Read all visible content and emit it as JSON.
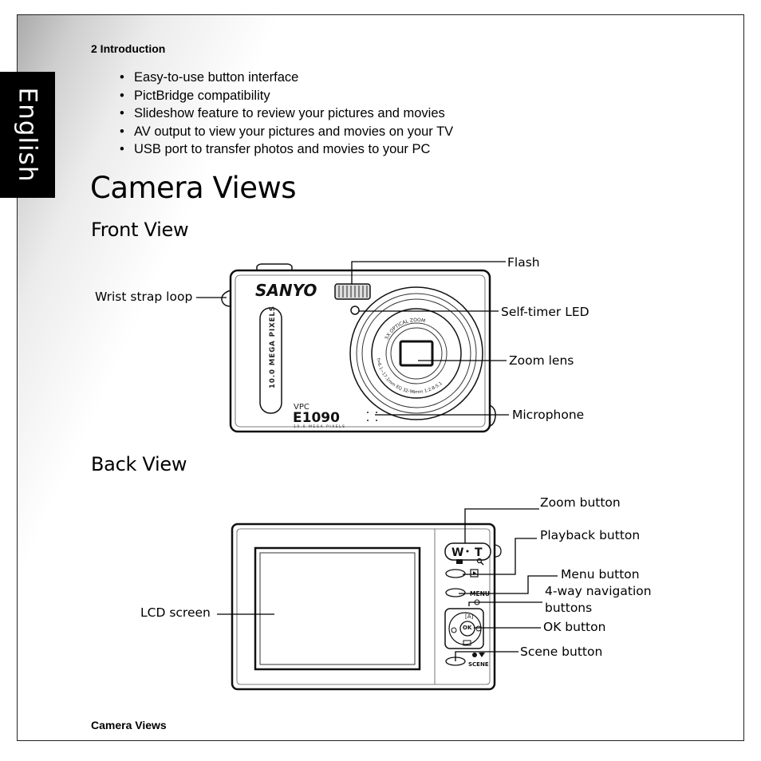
{
  "header": {
    "page_label": "2  Introduction"
  },
  "side_tab": {
    "label": "English"
  },
  "features": [
    "Easy-to-use button interface",
    "PictBridge compatibility",
    "Slideshow feature to review your pictures and movies",
    "AV output to view your pictures and movies on your TV",
    "USB port to transfer photos and movies to your PC"
  ],
  "section_title": "Camera Views",
  "front_view": {
    "title": "Front View",
    "callouts": {
      "flash": "Flash",
      "wrist_strap": "Wrist strap loop",
      "self_timer": "Self-timer LED",
      "zoom_lens": "Zoom lens",
      "microphone": "Microphone"
    },
    "camera_markings": {
      "brand": "SANYO",
      "model_prefix": "VPC",
      "model": "E1090",
      "model_sub": "10.0 MEGA PIXELS",
      "side_text": "10.0 MEGA PIXELS",
      "lens_ring_top": "5X OPTICAL ZOOM",
      "lens_ring_bottom": "f=6.1~17.1mm EQ 32-96mm 1:2.8-5.1"
    }
  },
  "back_view": {
    "title": "Back View",
    "callouts": {
      "zoom_button": "Zoom button",
      "playback_button": "Playback button",
      "menu_button": "Menu button",
      "nav_buttons_line1": "4-way navigation",
      "nav_buttons_line2": "buttons",
      "ok_button": "OK button",
      "scene_button": "Scene button",
      "lcd_screen": "LCD screen"
    },
    "camera_markings": {
      "zoom_w": "W",
      "zoom_t": "T",
      "menu": "MENU",
      "ok": "OK",
      "scene": "SCENE"
    }
  },
  "footer": {
    "label": "Camera Views"
  }
}
